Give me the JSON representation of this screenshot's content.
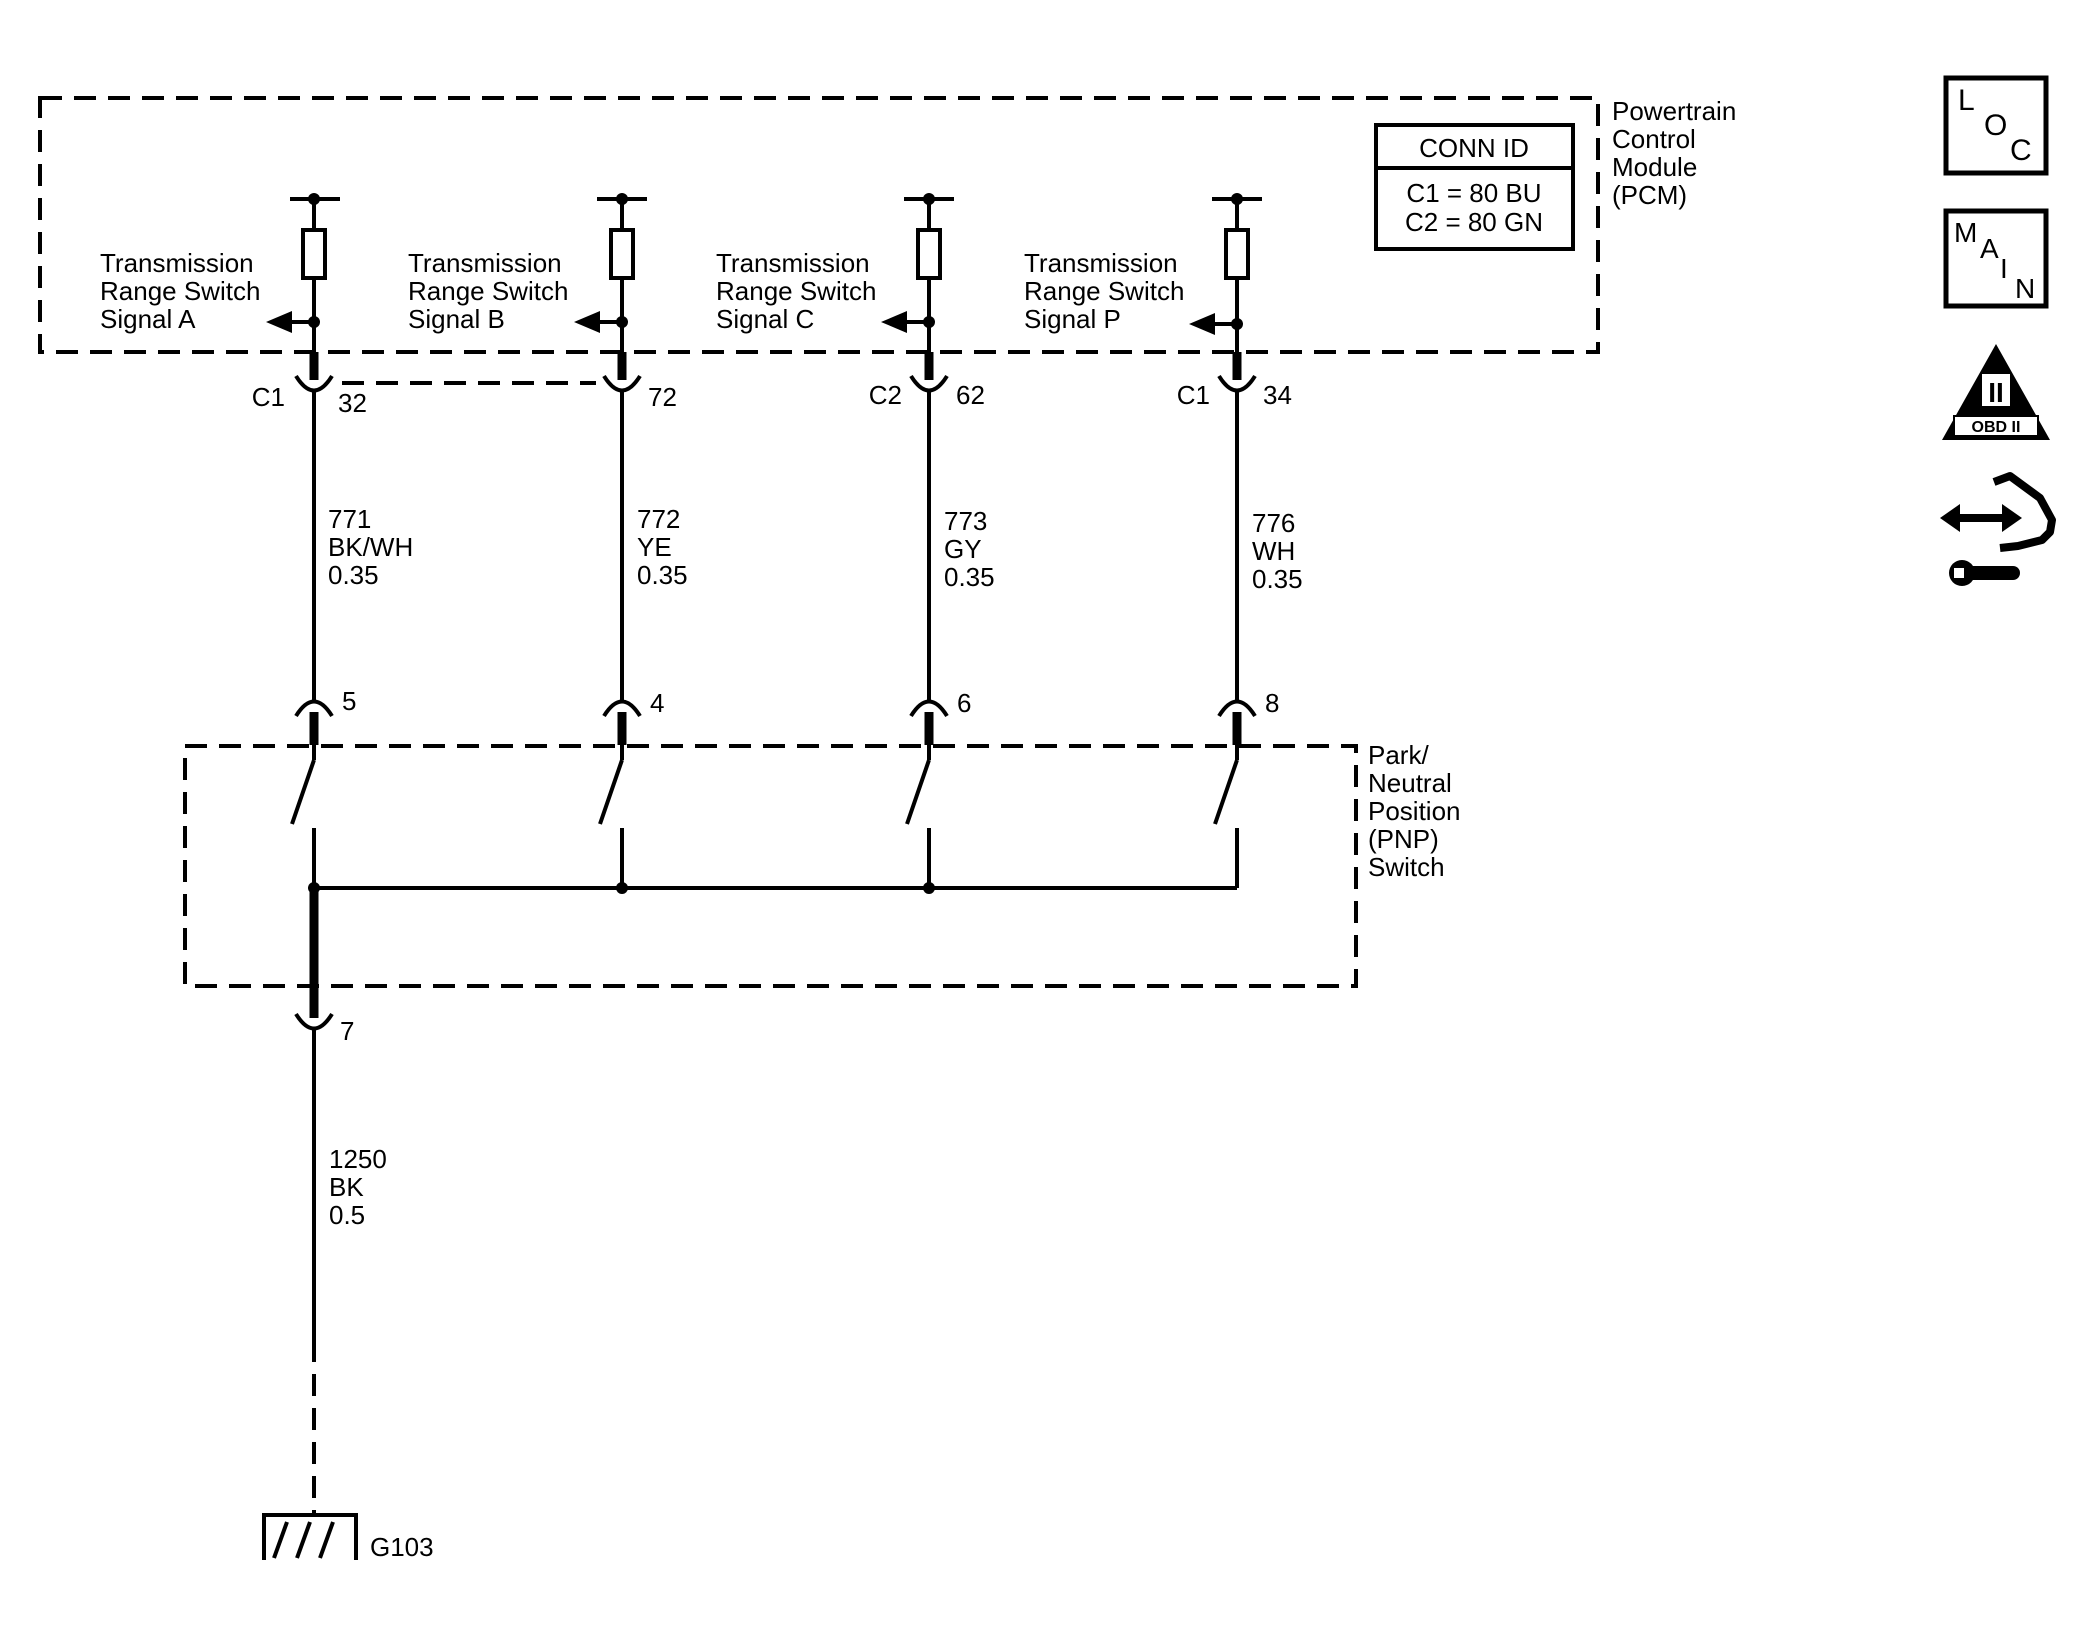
{
  "pcm": {
    "lines": [
      "Powertrain",
      "Control",
      "Module",
      "(PCM)"
    ],
    "conn_id_title": "CONN ID",
    "conn_id_rows": [
      "C1 = 80 BU",
      "C2 = 80 GN"
    ]
  },
  "signals": [
    {
      "lines": [
        "Transmission",
        "Range Switch",
        "Signal A"
      ],
      "connector": "C1",
      "pin": "32",
      "circuit": "771",
      "color": "BK/WH",
      "size": "0.35",
      "pnp_pin": "5"
    },
    {
      "lines": [
        "Transmission",
        "Range Switch",
        "Signal B"
      ],
      "connector": "",
      "pin": "72",
      "circuit": "772",
      "color": "YE",
      "size": "0.35",
      "pnp_pin": "4"
    },
    {
      "lines": [
        "Transmission",
        "Range Switch",
        "Signal C"
      ],
      "connector": "C2",
      "pin": "62",
      "circuit": "773",
      "color": "GY",
      "size": "0.35",
      "pnp_pin": "6"
    },
    {
      "lines": [
        "Transmission",
        "Range Switch",
        "Signal P"
      ],
      "connector": "C1",
      "pin": "34",
      "circuit": "776",
      "color": "WH",
      "size": "0.35",
      "pnp_pin": "8"
    }
  ],
  "pnp": {
    "lines": [
      "Park/",
      "Neutral",
      "Position",
      "(PNP)",
      "Switch"
    ],
    "ground_pin": "7"
  },
  "ground_wire": {
    "circuit": "1250",
    "color": "BK",
    "size": "0.5"
  },
  "ground": {
    "label": "G103"
  },
  "icons": {
    "loc": {
      "letters": [
        "L",
        "O",
        "C"
      ]
    },
    "main": {
      "letters": [
        "M",
        "A",
        "I",
        "N"
      ]
    },
    "obd": {
      "numeral": "II",
      "label": "OBD II"
    },
    "connector_end_view": "connector-end-view-icon"
  }
}
